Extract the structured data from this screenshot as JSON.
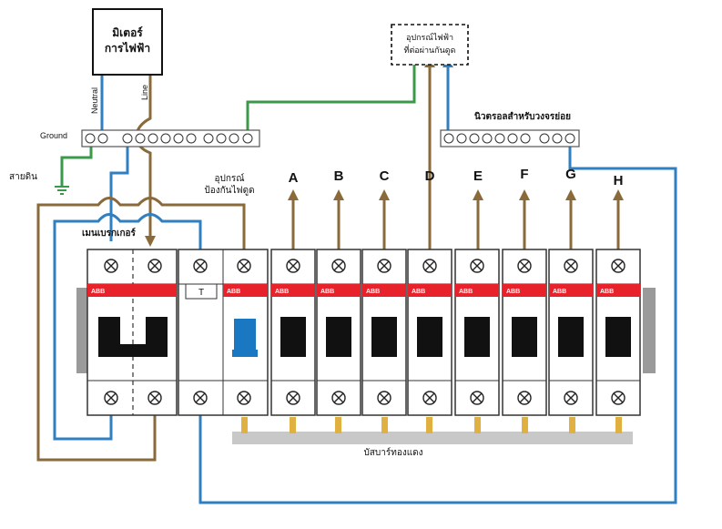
{
  "meter": {
    "line1": "มิเตอร์",
    "line2": "การไฟฟ้า"
  },
  "device_box": {
    "line1": "อุปกรณ์ไฟฟ้า",
    "line2": "ที่ต่อผ่านกันดูด"
  },
  "labels": {
    "neutral": "Neutral",
    "line": "Line",
    "ground": "Ground",
    "earth": "สายดิน",
    "main_breaker": "เมนเบรกเกอร์",
    "rcd_line1": "อุปกรณ์",
    "rcd_line2": "ป้องกันไฟดูด",
    "neutral_bar": "นิวตรอลสำหรับวงจรย่อย",
    "busbar": "บัสบาร์ทองแดง",
    "brand": "ABB",
    "test_button": "T"
  },
  "circuits": [
    "A",
    "B",
    "C",
    "D",
    "E",
    "F",
    "G",
    "H"
  ],
  "colors": {
    "neutral_wire": "#2f7fc1",
    "line_wire": "#8a6a3a",
    "ground_wire": "#3a9a4a",
    "abb_red": "#e8222a",
    "rcd_blue": "#1a78c2",
    "busbar_gold": "#e0b040"
  }
}
